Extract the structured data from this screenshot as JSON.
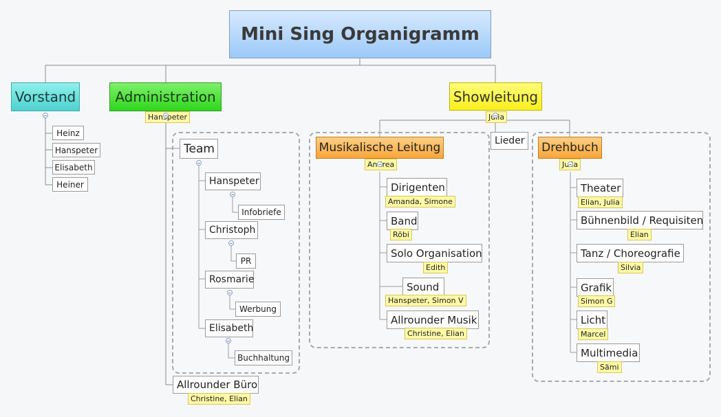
{
  "title": "Mini Sing Organigramm",
  "branches": {
    "vorstand": {
      "label": "Vorstand",
      "members": [
        "Heinz",
        "Hanspeter",
        "Elisabeth",
        "Heiner"
      ]
    },
    "administration": {
      "label": "Administration",
      "note": "Hanspeter",
      "team": {
        "label": "Team",
        "members": [
          {
            "name": "Hanspeter",
            "task": "Infobriefe"
          },
          {
            "name": "Christoph",
            "task": "PR"
          },
          {
            "name": "Rosmarie",
            "task": "Werbung"
          },
          {
            "name": "Elisabeth",
            "task": "Buchhaltung"
          }
        ]
      },
      "allrounder": {
        "label": "Allrounder Büro",
        "note": "Christine, Elian"
      }
    },
    "showleitung": {
      "label": "Showleitung",
      "note": "Julia",
      "lieder": "Lieder",
      "musik": {
        "label": "Musikalische Leitung",
        "note": "Andrea",
        "items": [
          {
            "label": "Dirigenten",
            "note": "Amanda, Simone"
          },
          {
            "label": "Band",
            "note": "Röbi"
          },
          {
            "label": "Solo Organisation",
            "note": "Edith"
          },
          {
            "label": "Sound",
            "note": "Hanspeter, Simon V"
          },
          {
            "label": "Allrounder Musik",
            "note": "Christine, Elian"
          }
        ]
      },
      "drehbuch": {
        "label": "Drehbuch",
        "note": "Julia",
        "items": [
          {
            "label": "Theater",
            "note": "Elian, Julia"
          },
          {
            "label": "Bühnenbild / Requisiten",
            "note": "Elian"
          },
          {
            "label": "Tanz / Choreografie",
            "note": "Silvia"
          },
          {
            "label": "Grafik",
            "note": "Simon G"
          },
          {
            "label": "Licht",
            "note": "Marcel"
          },
          {
            "label": "Multimedia",
            "note": "Sämi"
          }
        ]
      }
    }
  }
}
